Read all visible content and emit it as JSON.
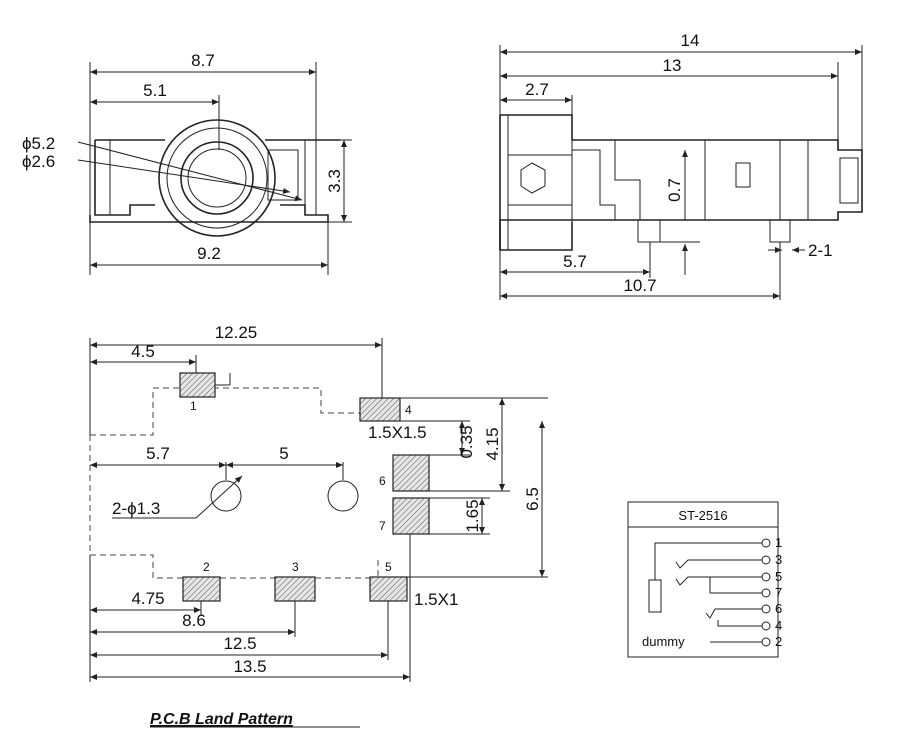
{
  "colors": {
    "ink": "#222222",
    "pad_fill": "#d8d8d8",
    "background": "#ffffff"
  },
  "front_view": {
    "dim_overall_top": "8.7",
    "dim_center": "5.1",
    "dim_outer_dia": "ϕ5.2",
    "dim_inner_dia": "ϕ2.6",
    "dim_height": "3.3",
    "dim_overall_bottom": "9.2"
  },
  "side_view": {
    "dim_total": "14",
    "dim_body": "13",
    "dim_nose": "2.7",
    "dim_standoff": "0.7",
    "dim_pin_offset": "5.7",
    "dim_pin_span": "10.7",
    "dim_tab": "2-1"
  },
  "pcb": {
    "title": "P.C.B Land Pattern",
    "dim_width_top": "12.25",
    "dim_pad1": "4.5",
    "dim_hole_left": "5.7",
    "dim_hole_pitch": "5",
    "hole_callout": "2-ϕ1.3",
    "pad_size_top": "1.5X1.5",
    "dim_gap": "0.35",
    "dim_pad_height": "4.15",
    "dim_total_height": "6.5",
    "dim_pad7": "1.65",
    "pad_size_bottom": "1.5X1",
    "dim_pad2": "4.75",
    "dim_pad3": "8.6",
    "dim_pad5": "12.5",
    "dim_overall": "13.5",
    "pins": [
      "1",
      "2",
      "3",
      "4",
      "5",
      "6",
      "7"
    ]
  },
  "schematic": {
    "part": "ST-2516",
    "pins": [
      "1",
      "3",
      "5",
      "7",
      "6",
      "4",
      "2"
    ],
    "dummy_label": "dummy"
  }
}
